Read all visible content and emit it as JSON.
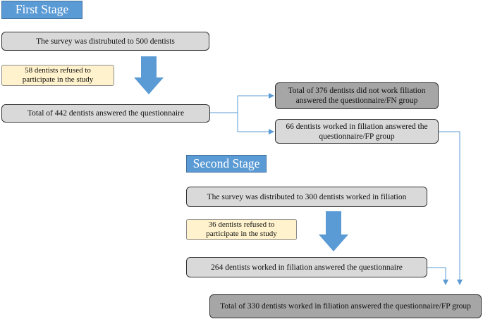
{
  "stages": {
    "first": "First Stage",
    "second": "Second Stage"
  },
  "first_stage": {
    "survey": "The survey was distrubuted to 500 dentists",
    "refused_line1": "58 dentists refused to",
    "refused_line2": "participate in the study",
    "answered": "Total of 442 dentists answered the questionnaire",
    "fn_line1": "Total of 376 dentists did not work filiation",
    "fn_line2": "answered the questionnaire/FN group",
    "fp_line1": "66 dentists worked in filiation answered the",
    "fp_line2": "questionnaire/FP group"
  },
  "second_stage": {
    "survey": "The survey was distributed to 300 dentists worked in filiation",
    "refused_line1": "36 dentists refused to",
    "refused_line2": "participate in the study",
    "answered": "264 dentists worked in filiation answered the questionnaire"
  },
  "total": "Total of 330 dentists worked in filiation answered the questionnaire/FP group",
  "colors": {
    "stage_label": "#5b9bd5",
    "arrow": "#5b9bd5",
    "connector": "#5b9bd5",
    "box_light": "#d9d9d9",
    "box_dark": "#a6a6a6",
    "note": "#fff2cc"
  }
}
